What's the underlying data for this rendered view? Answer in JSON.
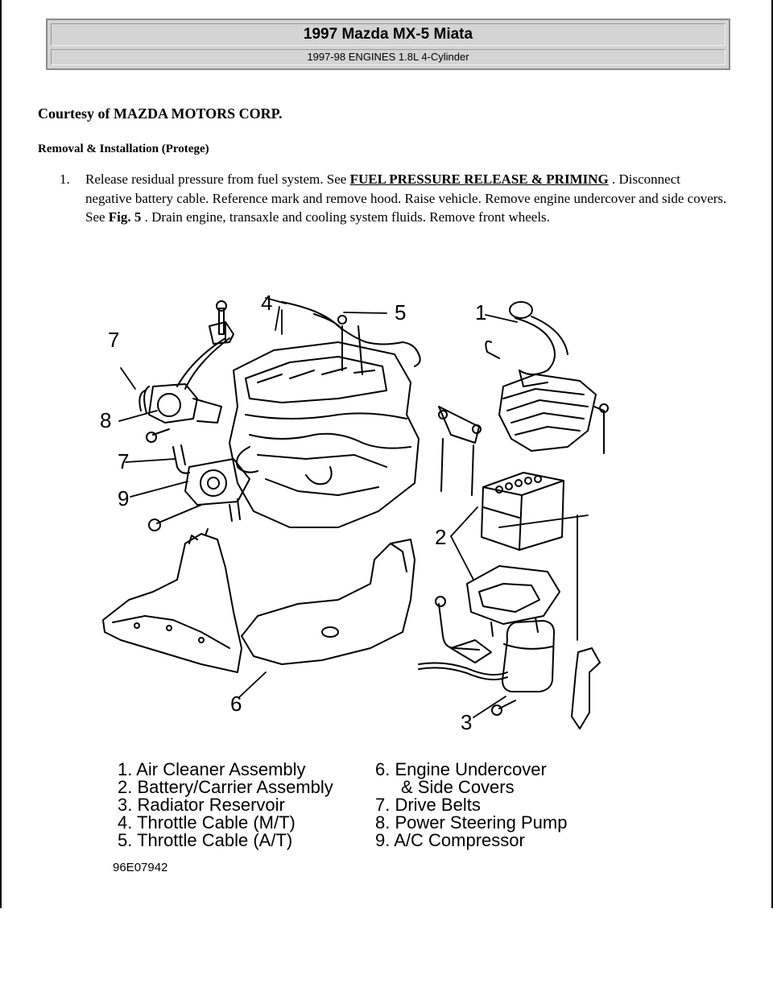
{
  "header": {
    "title": "1997 Mazda MX-5 Miata",
    "subtitle": "1997-98 ENGINES 1.8L 4-Cylinder"
  },
  "courtesy": "Courtesy of MAZDA MOTORS CORP.",
  "section_title": "Removal & Installation (Protege)",
  "step1": {
    "number": "1.",
    "part1": "Release residual pressure from fuel system. See ",
    "link": "FUEL PRESSURE RELEASE & PRIMING",
    "part2": " . Disconnect negative battery cable. Reference mark and remove hood. Raise vehicle. Remove engine undercover and side covers. See ",
    "fig_ref": "Fig. 5",
    "part3": " . Drain engine, transaxle and cooling system fluids. Remove front wheels."
  },
  "figure": {
    "callouts": [
      "1",
      "2",
      "3",
      "4",
      "5",
      "6",
      "7",
      "7",
      "8",
      "9"
    ],
    "legend_left": [
      "1. Air Cleaner Assembly",
      "2. Battery/Carrier Assembly",
      "3. Radiator Reservoir",
      "4. Throttle Cable (M/T)",
      "5. Throttle Cable (A/T)"
    ],
    "legend_right": [
      "6. Engine Undercover",
      "& Side Covers",
      "7. Drive Belts",
      "8. Power Steering Pump",
      "9. A/C Compressor"
    ],
    "code": "96E07942"
  }
}
